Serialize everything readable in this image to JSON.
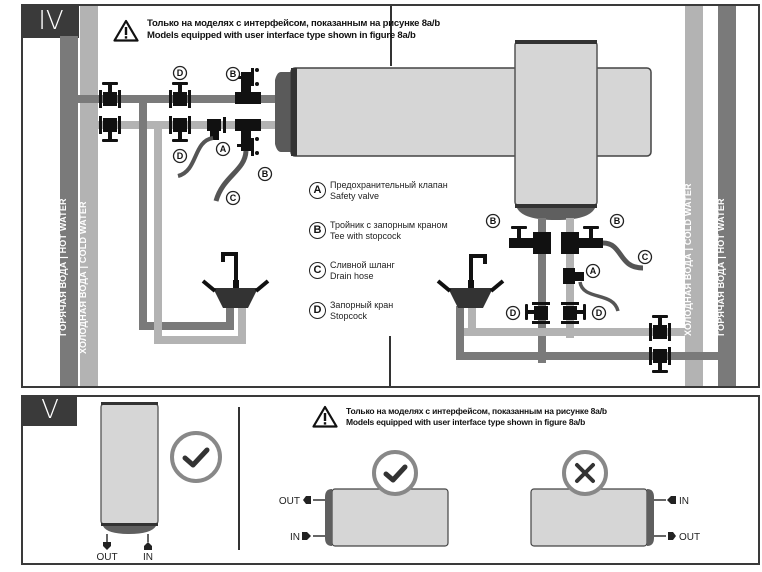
{
  "section_iv": {
    "label": "IV",
    "warning": {
      "icon": "warning-triangle-icon",
      "line_ru": "Только на моделях с интерфейсом, показанным на рисунке 8a/b",
      "line_en": "Models equipped with user interface type shown in figure 8a/b"
    },
    "pipes": {
      "hot_label": "ГОРЯЧАЯ ВОДА  |  HOT WATER",
      "cold_label": "ХОЛОДНАЯ ВОДА  |  COLD WATER",
      "hot_label_right": "ГОРЯЧАЯ ВОДА |  HOT WATER",
      "cold_label_right": "ХОЛОДНАЯ ВОДА  |  COLD WATER",
      "hot_color": "#7a7a7a",
      "cold_color": "#b3b3b3"
    },
    "legend": [
      {
        "key": "A",
        "ru": "Предохранительный клапан",
        "en": "Safety valve"
      },
      {
        "key": "B",
        "ru": "Тройник с запорным краном",
        "en": "Tee with stopcock"
      },
      {
        "key": "C",
        "ru": "Сливной шланг",
        "en": "Drain hose"
      },
      {
        "key": "D",
        "ru": "Запорный кран",
        "en": "Stopcock"
      }
    ],
    "callouts": {
      "A": "A",
      "B": "B",
      "C": "C",
      "D": "D"
    }
  },
  "section_v": {
    "label": "V",
    "warning": {
      "icon": "warning-triangle-icon",
      "line_ru": "Только на моделях с интерфейсом, показанным на рисунке 8a/b",
      "line_en": "Models equipped with user interface type shown in figure 8a/b"
    },
    "vertical": {
      "out": "OUT",
      "in": "IN",
      "status": "correct"
    },
    "horizontal_correct": {
      "out": "OUT",
      "in": "IN",
      "status": "correct"
    },
    "horizontal_wrong": {
      "in": "IN",
      "out": "OUT",
      "status": "incorrect"
    }
  }
}
